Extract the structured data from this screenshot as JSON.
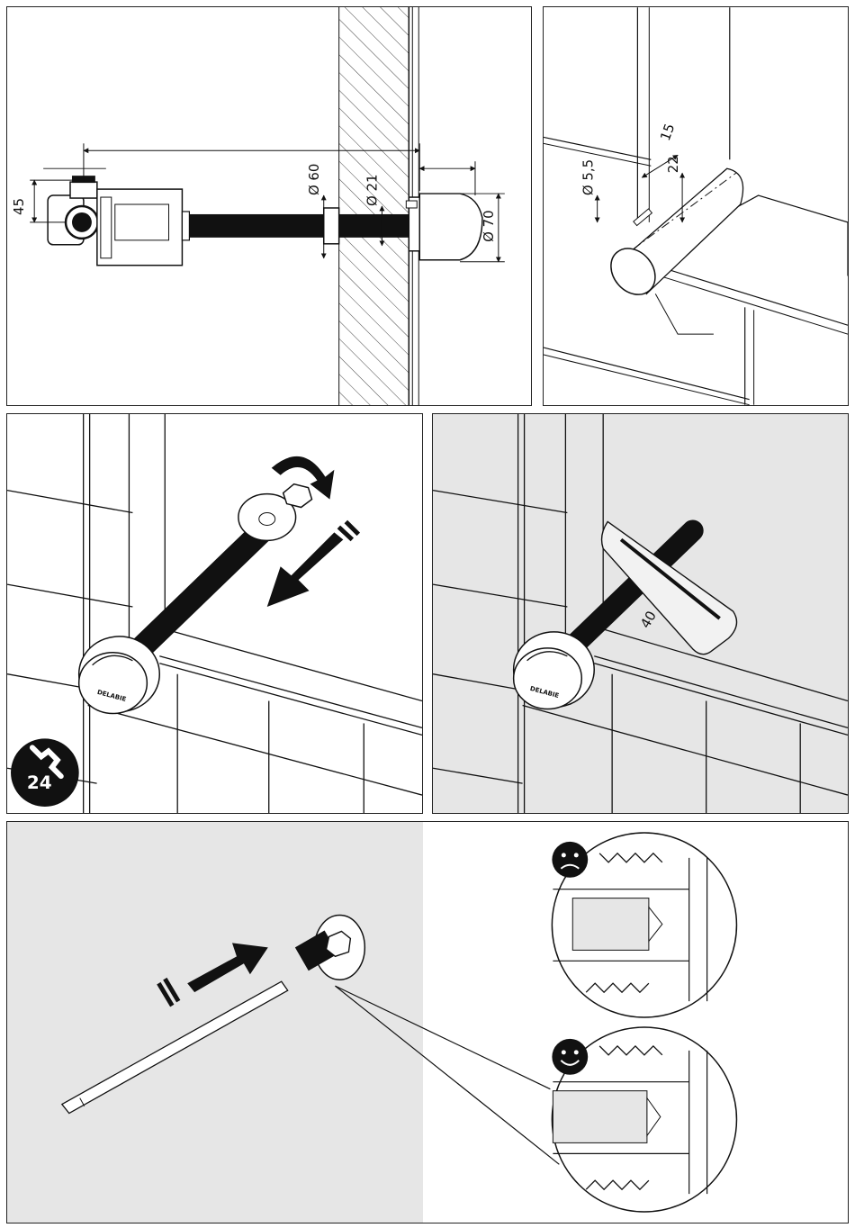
{
  "panel1": {
    "dim_height": "45",
    "dim_outer_diam": "Ø 60",
    "dim_pipe_diam": "Ø 21",
    "dim_cover_diam": "Ø 70"
  },
  "panel2": {
    "dim_hole": "Ø 5,5",
    "dim_depth": "15",
    "dim_offset": "22"
  },
  "panel3": {
    "tool_size": "24",
    "brand_logo": "DELABIE"
  },
  "panel4": {
    "dim_cut": "40",
    "brand_logo": "DELABIE"
  },
  "panel5": {
    "wrong_icon": "sad-face-icon",
    "right_icon": "smiley-face-icon"
  }
}
